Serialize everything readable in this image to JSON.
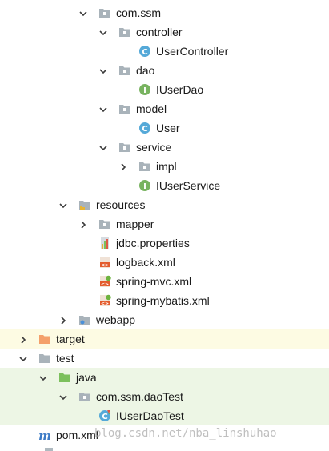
{
  "tree": [
    {
      "label": "com.ssm",
      "depth": 4,
      "arrow": "down",
      "icon": "package",
      "hl": ""
    },
    {
      "label": "controller",
      "depth": 5,
      "arrow": "down",
      "icon": "package",
      "hl": ""
    },
    {
      "label": "UserController",
      "depth": 6,
      "arrow": "none",
      "icon": "class",
      "hl": ""
    },
    {
      "label": "dao",
      "depth": 5,
      "arrow": "down",
      "icon": "package",
      "hl": ""
    },
    {
      "label": "IUserDao",
      "depth": 6,
      "arrow": "none",
      "icon": "interface",
      "hl": ""
    },
    {
      "label": "model",
      "depth": 5,
      "arrow": "down",
      "icon": "package",
      "hl": ""
    },
    {
      "label": "User",
      "depth": 6,
      "arrow": "none",
      "icon": "class",
      "hl": ""
    },
    {
      "label": "service",
      "depth": 5,
      "arrow": "down",
      "icon": "package",
      "hl": ""
    },
    {
      "label": "impl",
      "depth": 6,
      "arrow": "right",
      "icon": "package",
      "hl": ""
    },
    {
      "label": "IUserService",
      "depth": 6,
      "arrow": "none",
      "icon": "interface",
      "hl": ""
    },
    {
      "label": "resources",
      "depth": 3,
      "arrow": "down",
      "icon": "resources-folder",
      "hl": ""
    },
    {
      "label": "mapper",
      "depth": 4,
      "arrow": "right",
      "icon": "package",
      "hl": ""
    },
    {
      "label": "jdbc.properties",
      "depth": 4,
      "arrow": "none",
      "icon": "properties",
      "hl": ""
    },
    {
      "label": "logback.xml",
      "depth": 4,
      "arrow": "none",
      "icon": "xml",
      "hl": ""
    },
    {
      "label": "spring-mvc.xml",
      "depth": 4,
      "arrow": "none",
      "icon": "spring-xml",
      "hl": ""
    },
    {
      "label": "spring-mybatis.xml",
      "depth": 4,
      "arrow": "none",
      "icon": "spring-xml",
      "hl": ""
    },
    {
      "label": "webapp",
      "depth": 3,
      "arrow": "right",
      "icon": "web-folder",
      "hl": ""
    },
    {
      "label": "target",
      "depth": 1,
      "arrow": "right",
      "icon": "folder-orange",
      "hl": "yellow"
    },
    {
      "label": "test",
      "depth": 1,
      "arrow": "down",
      "icon": "folder-gray",
      "hl": ""
    },
    {
      "label": "java",
      "depth": 2,
      "arrow": "down",
      "icon": "folder-green",
      "hl": "green"
    },
    {
      "label": "com.ssm.daoTest",
      "depth": 3,
      "arrow": "down",
      "icon": "package",
      "hl": "green"
    },
    {
      "label": "IUserDaoTest",
      "depth": 4,
      "arrow": "none",
      "icon": "test-class",
      "hl": "green"
    },
    {
      "label": "pom.xml",
      "depth": 1,
      "arrow": "none",
      "icon": "maven",
      "hl": ""
    }
  ],
  "watermark": "blog.csdn.net/nba_linshuhao",
  "colors": {
    "yellow_highlight": "#fdfbe3",
    "green_highlight": "#edf6e5",
    "package_folder": "#a9b3ba",
    "class_icon": "#55a9d8",
    "interface_icon": "#78b360",
    "target_folder": "#f4a06a",
    "java_folder": "#7cc05d"
  }
}
